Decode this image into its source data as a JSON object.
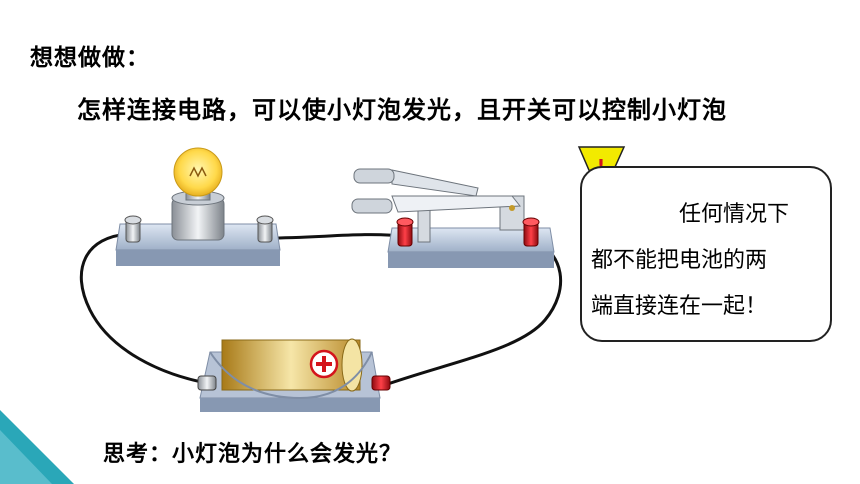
{
  "heading": "想想做做：",
  "prompt": "怎样连接电路，可以使小灯泡发光，且开关可以控制小灯泡",
  "warning": {
    "symbol": "!",
    "line1": "任何情况下",
    "line2": "都不能把电池的两",
    "line3": "端直接连在一起！"
  },
  "question": "思考：小灯泡为什么会发光？",
  "battery_symbol": "+",
  "colors": {
    "warning_yellow": "#f2ea00",
    "terminal_red": "#d4141c",
    "wire": "#111111",
    "corner_teal": "#2aa7b8",
    "battery_gold": "#c79a2c"
  }
}
